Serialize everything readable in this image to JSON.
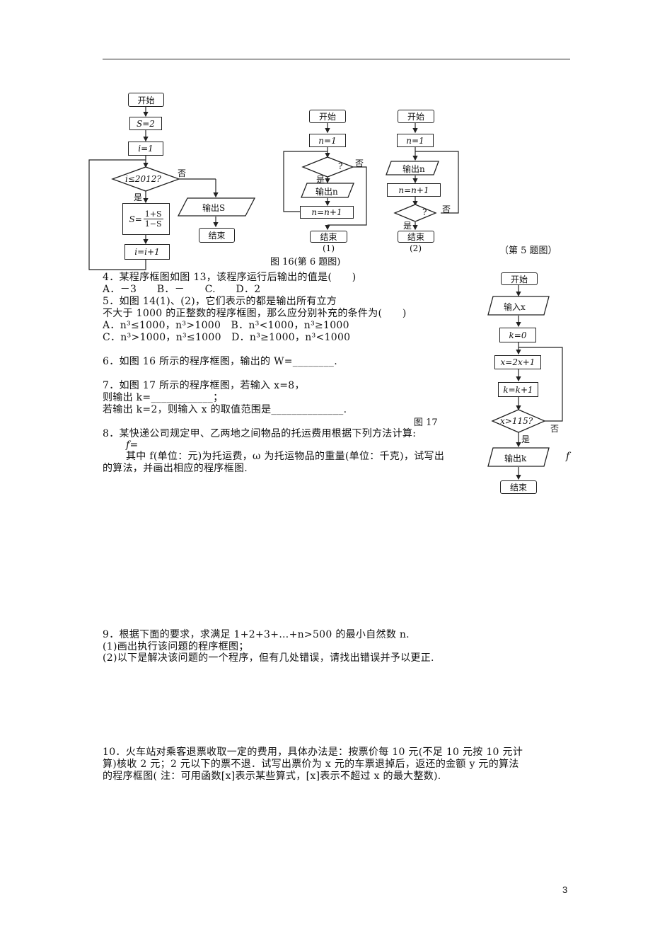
{
  "flowchart_a": {
    "start": "开始",
    "s_init": "S=2",
    "i_init": "i=1",
    "cond": "i≤2012?",
    "no": "否",
    "yes": "是",
    "assign_left": "S=",
    "frac_num": "1+S",
    "frac_den": "1−S",
    "output": "输出S",
    "inc": "i=i+1",
    "end": "结束"
  },
  "flowchart_b1": {
    "start": "开始",
    "init": "n=1",
    "cond": "?",
    "no": "否",
    "yes": "是",
    "output": "输出n",
    "inc": "n=n+1",
    "end": "结束",
    "label": "(1)"
  },
  "flowchart_b2": {
    "start": "开始",
    "init": "n=1",
    "output": "输出n",
    "inc": "n=n+1",
    "cond": "?",
    "no": "否",
    "yes": "是",
    "end": "结束",
    "label": "(2)"
  },
  "caption_fig16": "图 16(第 6 题图)",
  "caption_q5": "（第 5 题图）",
  "flowchart_c": {
    "start": "开始",
    "input": "输入x",
    "k_init": "k=0",
    "x_update": "x=2x+1",
    "k_update": "k=k+1",
    "cond": "x>115?",
    "no": "否",
    "yes": "是",
    "output": "输出k",
    "end": "结束"
  },
  "caption_fig17": "图 17",
  "q4": {
    "line1": "4．某程序框图如图 13，该程序运行后输出的值是(　　)",
    "line2": "A．－3　　B．－　　C.　　D．2"
  },
  "q5": {
    "line1": "5．如图 14(1)、(2)，它们表示的都是输出所有立方",
    "line2": "不大于 1000 的正整数的程序框图，那么应分别补充的条件为(　　)",
    "line3": "A．n³≤1000，n³>1000　B．n³<1000，n³≥1000",
    "line4": "C．n³>1000，n³≤1000　D．n³≥1000，n³<1000"
  },
  "q6": {
    "line1": "6．如图 16 所示的程序框图，输出的 W=________."
  },
  "q7": {
    "line1": "7．如图 17 所示的程序框图，若输入 x=8，",
    "line2": "则输出 k=____________；",
    "line3": "若输出 k=2，则输入 x 的取值范围是______________."
  },
  "q8": {
    "line1": "8．某快递公司规定甲、乙两地之间物品的托运费用根据下列方法计算:",
    "line2": "f=",
    "line3": "其中 f(单位：元)为托运费，ω 为托运物品的重量(单位：千克)，试写出",
    "line3b": "f",
    "line4": "的算法，并画出相应的程序框图."
  },
  "q9": {
    "line1": "9．根据下面的要求，求满足 1+2+3+…+n>500 的最小自然数 n.",
    "line2": "(1)画出执行该问题的程序框图；",
    "line3": "(2)以下是解决该问题的一个程序，但有几处错误，请找出错误并予以更正."
  },
  "q10": {
    "line1": "10．火车站对乘客退票收取一定的费用，具体办法是：按票价每 10 元(不足 10 元按 10 元计",
    "line2": "算)核收 2 元；2 元以下的票不退．试写出票价为 x 元的车票退掉后，返还的金额 y 元的算法",
    "line3": "的程序框图( 注：可用函数[x]表示某些算式，[x]表示不超过 x 的最大整数)."
  },
  "page_number": "3"
}
